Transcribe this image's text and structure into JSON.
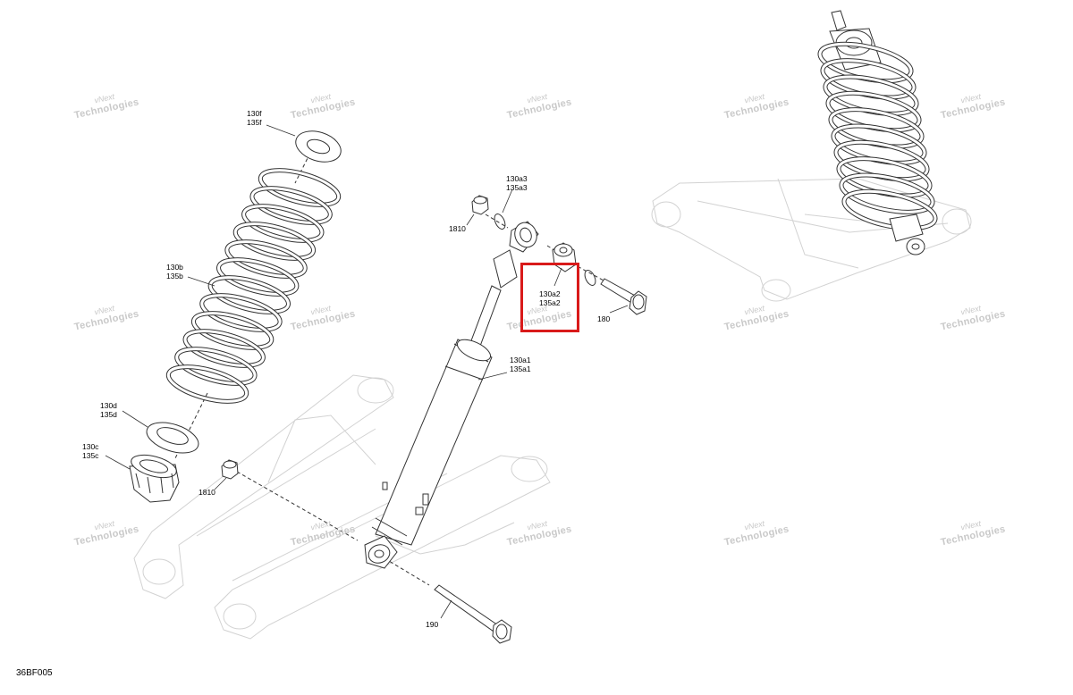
{
  "diagram_code": "36BF005",
  "watermark": {
    "line1": "vNext",
    "line2": "Technologies"
  },
  "labels": {
    "spring_seat_top": [
      "130f",
      "135f"
    ],
    "spring": [
      "130b",
      "135b"
    ],
    "spring_seat_bottom": [
      "130d",
      "135d"
    ],
    "adjuster_ring": [
      "130c",
      "135c"
    ],
    "nut_upper": "1810",
    "nut_lower": "1810",
    "circlip": [
      "130a3",
      "135a3"
    ],
    "bushing": [
      "130a2",
      "135a2"
    ],
    "upper_bolt": "180",
    "shock_body": [
      "130a1",
      "135a1"
    ],
    "lower_bolt": "190"
  },
  "colors": {
    "highlight": "#d91a1a",
    "line": "#333333",
    "ghost": "#cfcfcf",
    "watermark": "#c9c9c9"
  }
}
